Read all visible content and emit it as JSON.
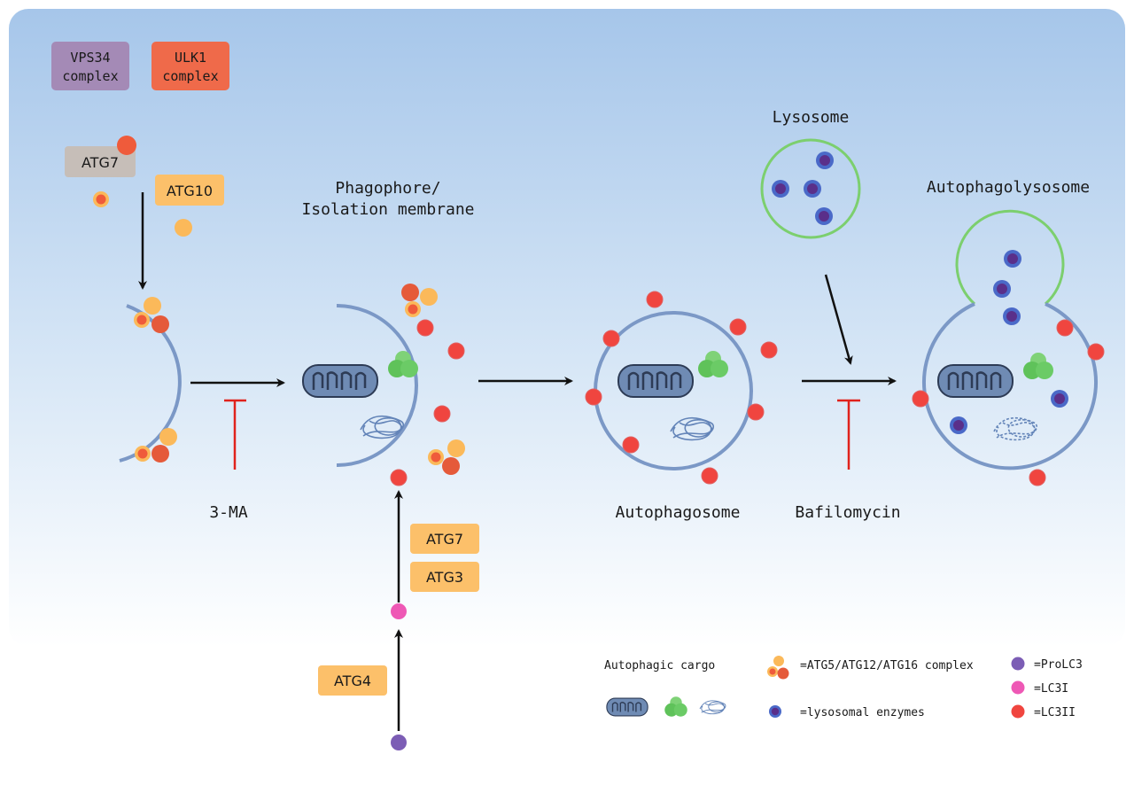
{
  "colors": {
    "membrane": "#7b98c6",
    "lysosome_membrane": "#7ccf6e",
    "vps34": "#a48ab6",
    "ulk1": "#ef6a4a",
    "atg7_grey": "#c6beb8",
    "atg_orange": "#fcc06a",
    "proLC3": "#7c5db5",
    "LC3I": "#ee58b5",
    "LC3II": "#f0453f",
    "inhibitor": "#e0221c"
  },
  "boxes": {
    "vps34": [
      "VPS34",
      "complex"
    ],
    "ulk1": [
      "ULK1",
      "complex"
    ],
    "atg7_top": "ATG7",
    "atg10": "ATG10",
    "atg7_bottom": "ATG7",
    "atg3": "ATG3",
    "atg4": "ATG4"
  },
  "labels": {
    "phagophore": [
      "Phagophore/",
      "Isolation membrane"
    ],
    "lysosome": "Lysosome",
    "autophagolysosome": "Autophagolysosome",
    "autophagosome": "Autophagosome",
    "inhibitor_1": "3-MA",
    "inhibitor_2": "Bafilomycin"
  },
  "legend": {
    "cargo": "Autophagic cargo",
    "atg_complex": "=ATG5/ATG12/ATG16 complex",
    "enzymes": "=lysosomal enzymes",
    "proLC3": "=ProLC3",
    "LC3I": "=LC3I",
    "LC3II": "=LC3II"
  }
}
